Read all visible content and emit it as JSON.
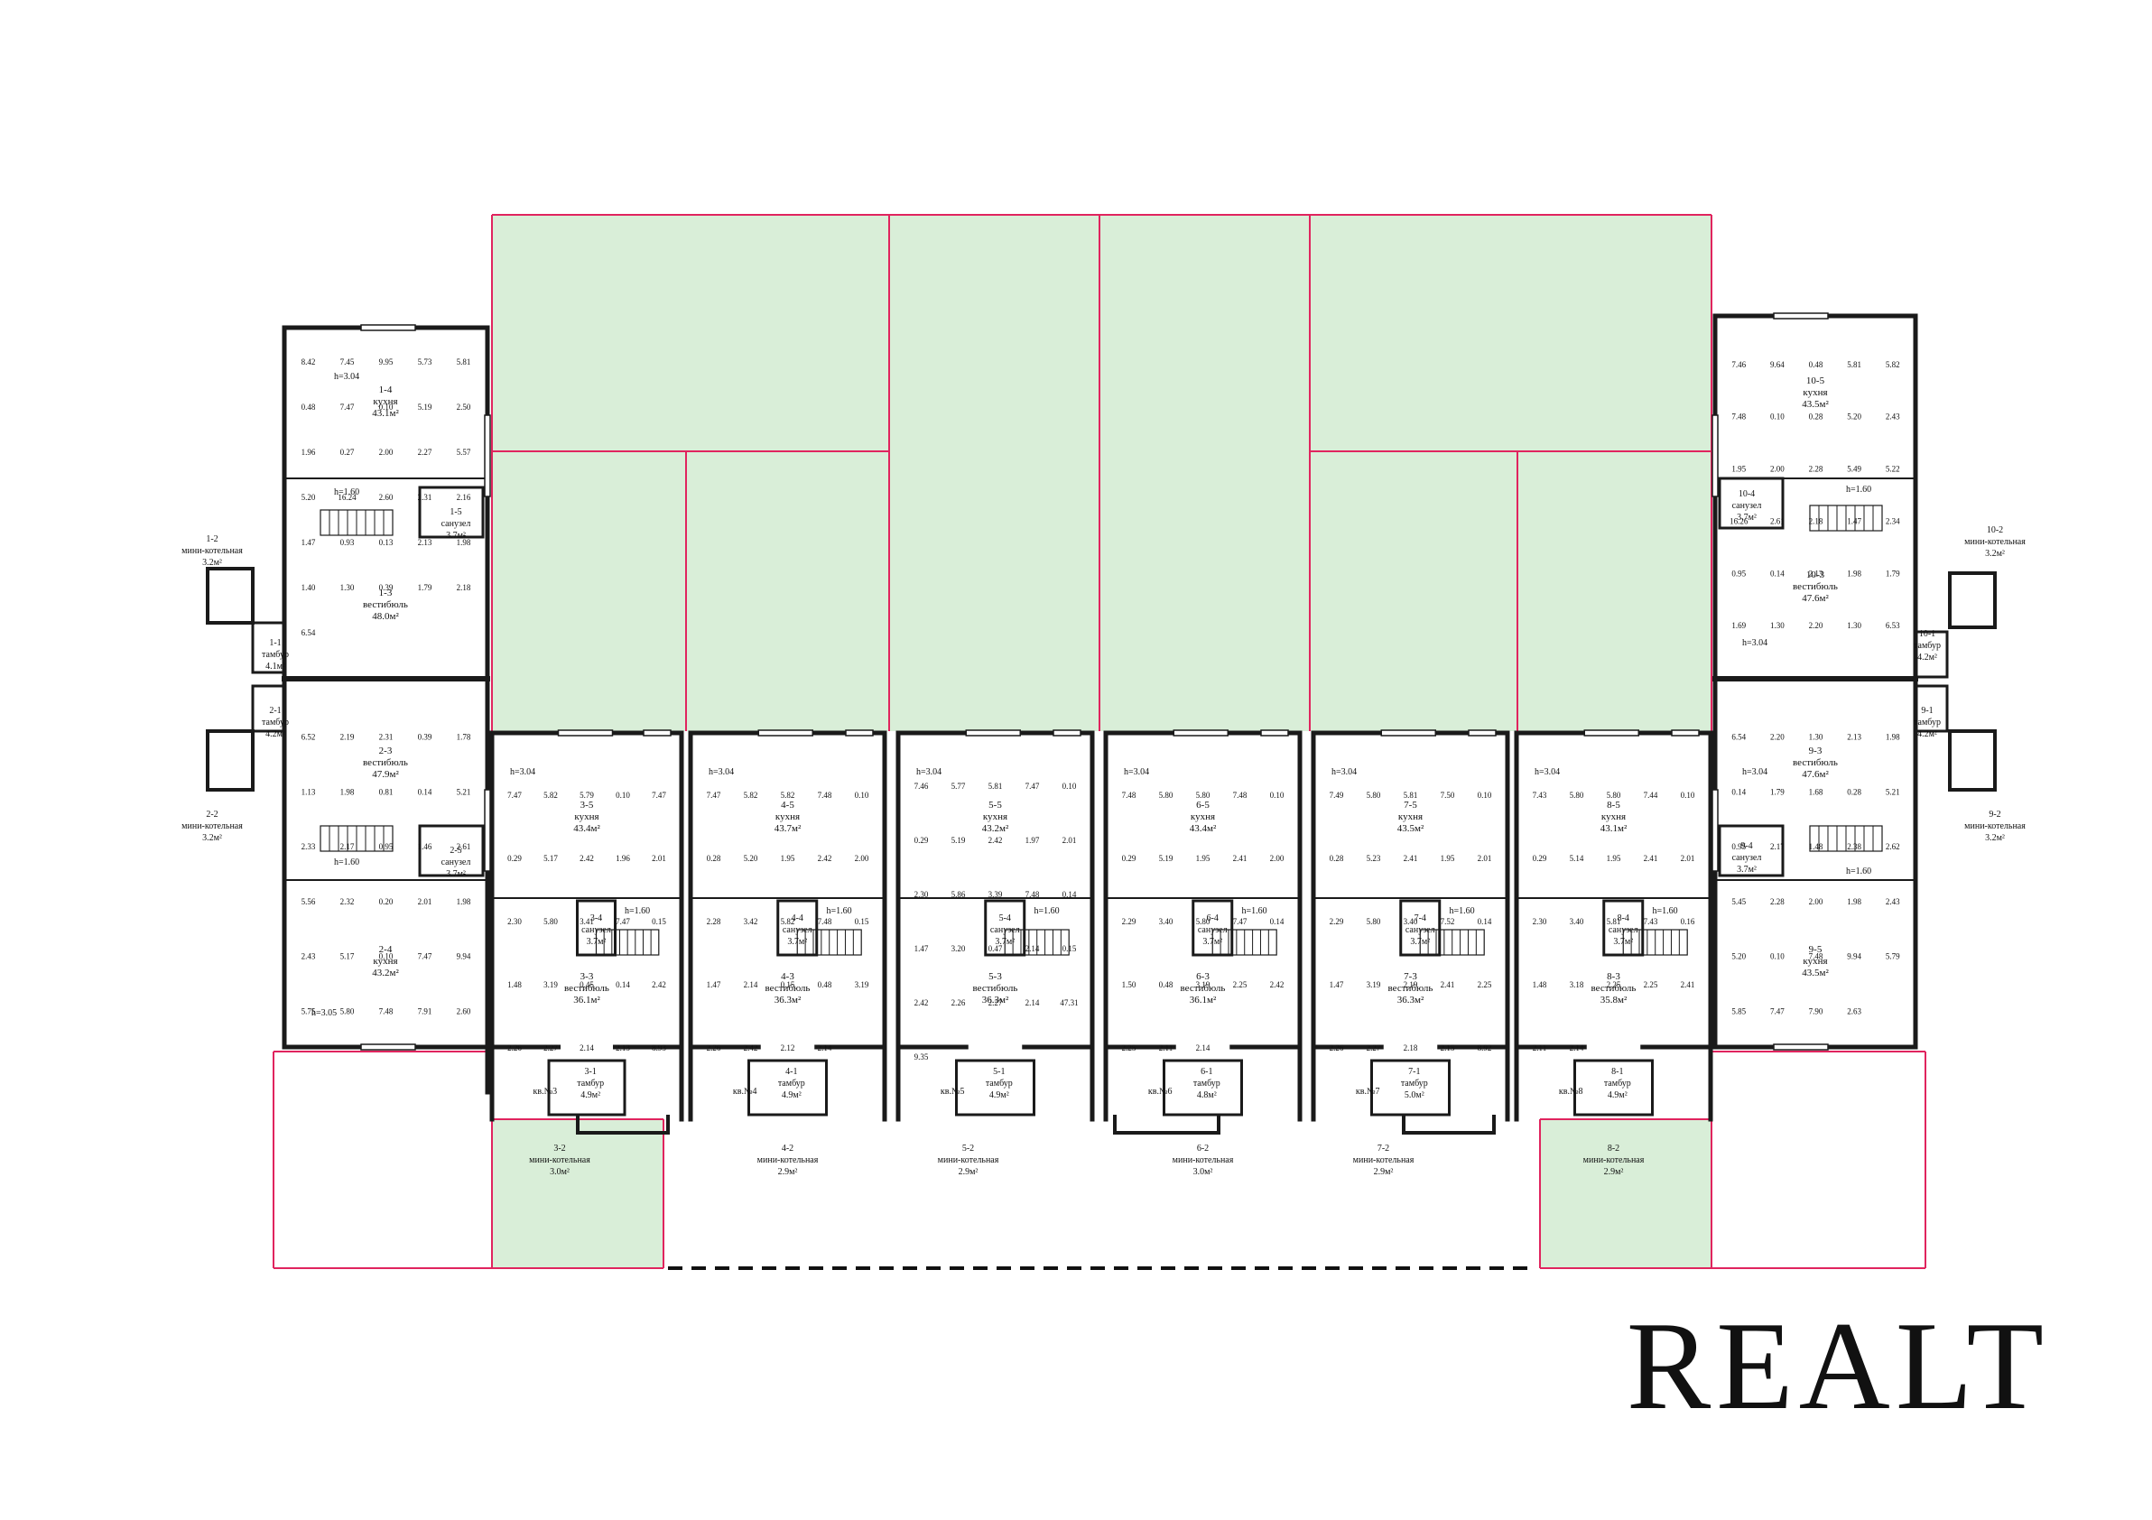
{
  "colors": {
    "wall": "#1a1a1a",
    "plot_fill": "#d9eed8",
    "plot_border": "#e0245e",
    "watermark": "#d6d6d6"
  },
  "watermark": "REALT",
  "units": [
    {
      "side": "left",
      "kitchen": {
        "num": "1-4",
        "label": "кухня",
        "area": "43.1м²",
        "h": "h=3.04"
      },
      "vest": {
        "num": "1-3",
        "label": "вестибюль",
        "area": "48.0м²",
        "h": "h=1.60"
      },
      "san": {
        "num": "1-5",
        "label": "санузел",
        "area": "3.7м²"
      },
      "tambur": {
        "num": "1-1",
        "label": "тамбур",
        "area": "4.1м²"
      },
      "boiler": {
        "num": "1-2",
        "label": "мини-котельная",
        "area": "3.2м²"
      },
      "dims": [
        "8.42",
        "7.45",
        "9.95",
        "5.73",
        "5.81",
        "0.48",
        "7.47",
        "0.10",
        "5.19",
        "2.50",
        "1.96",
        "0.27",
        "2.00",
        "2.27",
        "5.57",
        "5.20",
        "16.24",
        "2.60",
        "2.31",
        "2.16",
        "1.47",
        "0.93",
        "0.13",
        "2.13",
        "1.98",
        "1.40",
        "1.30",
        "0.39",
        "1.79",
        "2.18",
        "6.54"
      ]
    },
    {
      "side": "left",
      "kitchen": {
        "num": "2-4",
        "label": "кухня",
        "area": "43.2м²",
        "h": "h=3.05"
      },
      "vest": {
        "num": "2-3",
        "label": "вестибюль",
        "area": "47.9м²",
        "h": "h=1.60"
      },
      "san": {
        "num": "2-5",
        "label": "санузел",
        "area": "3.7м²"
      },
      "tambur": {
        "num": "2-1",
        "label": "тамбур",
        "area": "4.2м²"
      },
      "boiler": {
        "num": "2-2",
        "label": "мини-котельная",
        "area": "3.2м²"
      },
      "dims": [
        "6.52",
        "2.19",
        "2.31",
        "0.39",
        "1.78",
        "1.13",
        "1.98",
        "0.81",
        "0.14",
        "5.21",
        "2.33",
        "2.17",
        "0.95",
        "1.46",
        "2.61",
        "5.56",
        "2.32",
        "0.20",
        "2.01",
        "1.98",
        "2.43",
        "5.17",
        "0.10",
        "7.47",
        "9.94",
        "5.75",
        "5.80",
        "7.48",
        "7.91",
        "2.60"
      ]
    },
    {
      "side": "mid",
      "kitchen": {
        "num": "3-5",
        "label": "кухня",
        "area": "43.4м²",
        "h": "h=3.04"
      },
      "vest": {
        "num": "3-3",
        "label": "вестибюль",
        "area": "36.1м²",
        "h": "h=1.60"
      },
      "san": {
        "num": "3-4",
        "label": "санузел",
        "area": "3.7м²"
      },
      "tambur": {
        "num": "3-1",
        "label": "тамбур",
        "area": "4.9м²"
      },
      "boiler": {
        "num": "3-2",
        "label": "мини-котельная",
        "area": "3.0м²"
      },
      "apt": "кв.№3",
      "dims": [
        "7.47",
        "5.82",
        "5.79",
        "0.10",
        "7.47",
        "0.29",
        "5.17",
        "2.42",
        "1.96",
        "2.01",
        "2.30",
        "5.80",
        "3.41",
        "7.47",
        "0.15",
        "1.48",
        "3.19",
        "0.45",
        "0.14",
        "2.42",
        "2.26",
        "2.27",
        "2.14",
        "2.13",
        "8.93"
      ]
    },
    {
      "side": "mid",
      "kitchen": {
        "num": "4-5",
        "label": "кухня",
        "area": "43.7м²",
        "h": "h=3.04"
      },
      "vest": {
        "num": "4-3",
        "label": "вестибюль",
        "area": "36.3м²",
        "h": "h=1.60"
      },
      "san": {
        "num": "4-4",
        "label": "санузел",
        "area": "3.7м²"
      },
      "tambur": {
        "num": "4-1",
        "label": "тамбур",
        "area": "4.9м²"
      },
      "boiler": {
        "num": "4-2",
        "label": "мини-котельная",
        "area": "2.9м²"
      },
      "apt": "кв.№4",
      "dims": [
        "7.47",
        "5.82",
        "5.82",
        "7.48",
        "0.10",
        "0.28",
        "5.20",
        "1.95",
        "2.42",
        "2.00",
        "2.28",
        "3.42",
        "5.82",
        "7.48",
        "0.15",
        "1.47",
        "2.14",
        "0.15",
        "0.48",
        "3.19",
        "2.26",
        "2.42",
        "2.12",
        "2.14"
      ]
    },
    {
      "side": "mid",
      "kitchen": {
        "num": "5-5",
        "label": "кухня",
        "area": "43.2м²",
        "h": "h=3.04"
      },
      "vest": {
        "num": "5-3",
        "label": "вестибюль",
        "area": "36.3м²",
        "h": "h=1.60"
      },
      "san": {
        "num": "5-4",
        "label": "санузел",
        "area": "3.7м²"
      },
      "tambur": {
        "num": "5-1",
        "label": "тамбур",
        "area": "4.9м²"
      },
      "boiler": {
        "num": "5-2",
        "label": "мини-котельная",
        "area": "2.9м²"
      },
      "apt": "кв.№5",
      "dims": [
        "7.46",
        "5.77",
        "5.81",
        "7.47",
        "0.10",
        "0.29",
        "5.19",
        "2.42",
        "1.97",
        "2.01",
        "2.30",
        "5.86",
        "3.39",
        "7.48",
        "0.14",
        "1.47",
        "3.20",
        "0.47",
        "2.14",
        "0.15",
        "2.42",
        "2.26",
        "2.27",
        "2.14",
        "47.31",
        "9.35"
      ]
    },
    {
      "side": "mid",
      "kitchen": {
        "num": "6-5",
        "label": "кухня",
        "area": "43.4м²",
        "h": "h=3.04"
      },
      "vest": {
        "num": "6-3",
        "label": "вестибюль",
        "area": "36.1м²",
        "h": "h=1.60"
      },
      "san": {
        "num": "6-4",
        "label": "санузел",
        "area": "3.7м²"
      },
      "tambur": {
        "num": "6-1",
        "label": "тамбур",
        "area": "4.8м²"
      },
      "boiler": {
        "num": "6-2",
        "label": "мини-котельная",
        "area": "3.0м²"
      },
      "apt": "кв.№6",
      "dims": [
        "7.48",
        "5.80",
        "5.80",
        "7.48",
        "0.10",
        "0.29",
        "5.19",
        "1.95",
        "2.41",
        "2.00",
        "2.29",
        "3.40",
        "5.80",
        "7.47",
        "0.14",
        "1.50",
        "0.48",
        "3.19",
        "2.25",
        "2.42",
        "2.25",
        "2.11",
        "2.14"
      ]
    },
    {
      "side": "mid",
      "kitchen": {
        "num": "7-5",
        "label": "кухня",
        "area": "43.5м²",
        "h": "h=3.04"
      },
      "vest": {
        "num": "7-3",
        "label": "вестибюль",
        "area": "36.3м²",
        "h": "h=1.60"
      },
      "san": {
        "num": "7-4",
        "label": "санузел",
        "area": "3.7м²"
      },
      "tambur": {
        "num": "7-1",
        "label": "тамбур",
        "area": "5.0м²"
      },
      "boiler": {
        "num": "7-2",
        "label": "мини-котельная",
        "area": "2.9м²"
      },
      "apt": "кв.№7",
      "dims": [
        "7.49",
        "5.80",
        "5.81",
        "7.50",
        "0.10",
        "0.28",
        "5.23",
        "2.41",
        "1.95",
        "2.01",
        "2.29",
        "5.80",
        "3.40",
        "7.52",
        "0.14",
        "1.47",
        "3.19",
        "2.19",
        "2.41",
        "2.25",
        "2.26",
        "2.27",
        "2.18",
        "2.15",
        "8.92"
      ]
    },
    {
      "side": "mid",
      "kitchen": {
        "num": "8-5",
        "label": "кухня",
        "area": "43.1м²",
        "h": "h=3.04"
      },
      "vest": {
        "num": "8-3",
        "label": "вестибюль",
        "area": "35.8м²",
        "h": "h=1.60"
      },
      "san": {
        "num": "8-4",
        "label": "санузел",
        "area": "3.7м²"
      },
      "tambur": {
        "num": "8-1",
        "label": "тамбур",
        "area": "4.9м²"
      },
      "boiler": {
        "num": "8-2",
        "label": "мини-котельная",
        "area": "2.9м²"
      },
      "apt": "кв.№8",
      "dims": [
        "7.43",
        "5.80",
        "5.80",
        "7.44",
        "0.10",
        "0.29",
        "5.14",
        "1.95",
        "2.41",
        "2.01",
        "2.30",
        "3.40",
        "5.81",
        "7.43",
        "0.16",
        "1.48",
        "3.18",
        "2.25",
        "2.25",
        "2.41",
        "2.11",
        "2.14"
      ]
    },
    {
      "side": "right",
      "kitchen": {
        "num": "9-5",
        "label": "кухня",
        "area": "43.5м²",
        "h": "h=3.04"
      },
      "vest": {
        "num": "9-3",
        "label": "вестибюль",
        "area": "47.6м²",
        "h": "h=1.60"
      },
      "san": {
        "num": "9-4",
        "label": "санузел",
        "area": "3.7м²"
      },
      "tambur": {
        "num": "9-1",
        "label": "тамбур",
        "area": "4.2м²"
      },
      "boiler": {
        "num": "9-2",
        "label": "мини-котельная",
        "area": "3.2м²"
      },
      "dims": [
        "6.54",
        "2.20",
        "1.30",
        "2.13",
        "1.98",
        "0.14",
        "1.79",
        "1.68",
        "0.28",
        "5.21",
        "0.95",
        "2.17",
        "1.48",
        "2.38",
        "2.62",
        "5.45",
        "2.28",
        "2.00",
        "1.98",
        "2.43",
        "5.20",
        "0.10",
        "7.48",
        "9.94",
        "5.79",
        "5.85",
        "7.47",
        "7.90",
        "2.63"
      ]
    },
    {
      "side": "right",
      "kitchen": {
        "num": "10-5",
        "label": "кухня",
        "area": "43.5м²",
        "h": "h=3.04"
      },
      "vest": {
        "num": "10-3",
        "label": "вестибюль",
        "area": "47.6м²",
        "h": "h=1.60"
      },
      "san": {
        "num": "10-4",
        "label": "санузел",
        "area": "3.7м²"
      },
      "tambur": {
        "num": "10-1",
        "label": "тамбур",
        "area": "4.2м²"
      },
      "boiler": {
        "num": "10-2",
        "label": "мини-котельная",
        "area": "3.2м²"
      },
      "dims": [
        "7.46",
        "9.64",
        "0.48",
        "5.81",
        "5.82",
        "7.48",
        "0.10",
        "0.28",
        "5.20",
        "2.43",
        "1.95",
        "2.00",
        "2.28",
        "5.49",
        "5.22",
        "16.26",
        "2.61",
        "2.18",
        "1.47",
        "2.34",
        "0.95",
        "0.14",
        "2.13",
        "1.98",
        "1.79",
        "1.69",
        "1.30",
        "2.20",
        "1.30",
        "6.53"
      ]
    }
  ]
}
